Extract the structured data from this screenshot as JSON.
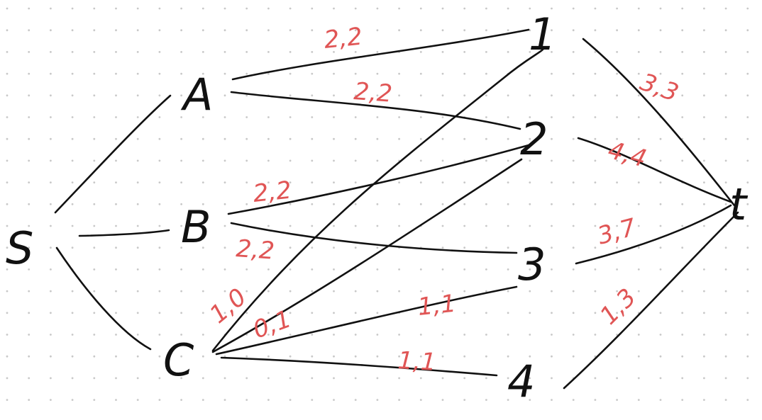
{
  "colors": {
    "ink": "#111111",
    "flow": "#e05555",
    "grid_dot": "#c8c8c8",
    "background": "#ffffff"
  },
  "nodes": {
    "s": "S",
    "a": "A",
    "b": "B",
    "c": "C",
    "n1": "1",
    "n2": "2",
    "n3": "3",
    "n4": "4",
    "t": "t"
  },
  "edges": [
    {
      "from": "s",
      "to": "A",
      "flow": ""
    },
    {
      "from": "s",
      "to": "B",
      "flow": ""
    },
    {
      "from": "s",
      "to": "C",
      "flow": ""
    },
    {
      "from": "A",
      "to": "1",
      "flow": "2,2"
    },
    {
      "from": "A",
      "to": "2",
      "flow": "2,2"
    },
    {
      "from": "B",
      "to": "2",
      "flow": "2,2"
    },
    {
      "from": "B",
      "to": "3",
      "flow": "2,2"
    },
    {
      "from": "C",
      "to": "1",
      "flow": "1,0"
    },
    {
      "from": "C",
      "to": "2",
      "flow": "0,1"
    },
    {
      "from": "C",
      "to": "3",
      "flow": "1,1"
    },
    {
      "from": "C",
      "to": "4",
      "flow": "1,1"
    },
    {
      "from": "1",
      "to": "t",
      "flow": "3,3"
    },
    {
      "from": "2",
      "to": "t",
      "flow": "4,4"
    },
    {
      "from": "3",
      "to": "t",
      "flow": "3,7"
    },
    {
      "from": "4",
      "to": "t",
      "flow": "1,3"
    }
  ]
}
